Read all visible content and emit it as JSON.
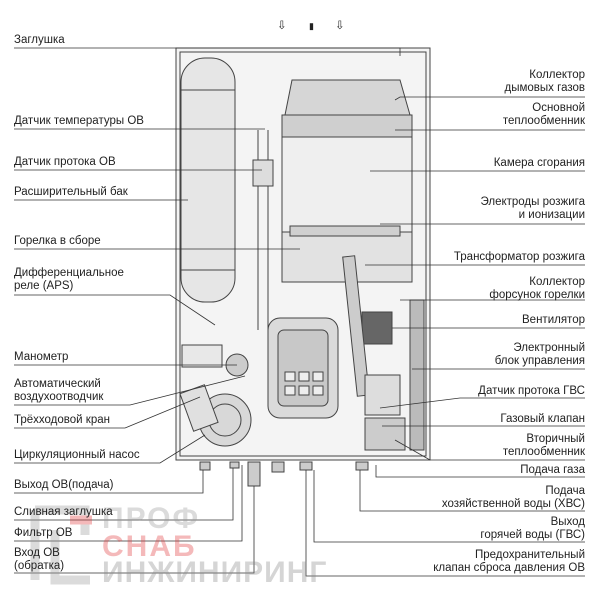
{
  "left_labels": [
    {
      "lines": [
        "Заглушка"
      ]
    },
    {
      "lines": [
        "Датчик температуры ОВ"
      ]
    },
    {
      "lines": [
        "Датчик протока ОВ"
      ]
    },
    {
      "lines": [
        "Расширительный бак"
      ]
    },
    {
      "lines": [
        "Горелка в сборе"
      ]
    },
    {
      "lines": [
        "Дифференциальное",
        "реле (APS)"
      ]
    },
    {
      "lines": [
        "Манометр"
      ]
    },
    {
      "lines": [
        "Автоматический",
        "воздухоотводчик"
      ]
    },
    {
      "lines": [
        "Трёхходовой кран"
      ]
    },
    {
      "lines": [
        "Циркуляционный насос"
      ]
    },
    {
      "lines": [
        "Выход ОВ(подача)"
      ]
    },
    {
      "lines": [
        "Сливная заглушка"
      ]
    },
    {
      "lines": [
        "Фильтр ОВ"
      ]
    },
    {
      "lines": [
        "Вход ОВ",
        "(обратка)"
      ]
    }
  ],
  "right_labels": [
    {
      "lines": [
        "Коллектор",
        "дымовых газов"
      ]
    },
    {
      "lines": [
        "Основной",
        "теплообменник"
      ]
    },
    {
      "lines": [
        "Камера сгорания"
      ]
    },
    {
      "lines": [
        "Электроды розжига",
        "и ионизации"
      ]
    },
    {
      "lines": [
        "Трансформатор розжига"
      ]
    },
    {
      "lines": [
        "Коллектор",
        "форсунок горелки"
      ]
    },
    {
      "lines": [
        "Вентилятор"
      ]
    },
    {
      "lines": [
        "Электронный",
        "блок управления"
      ]
    },
    {
      "lines": [
        "Датчик протока ГВС"
      ]
    },
    {
      "lines": [
        "Газовый клапан"
      ]
    },
    {
      "lines": [
        "Вторичный",
        "теплообменник"
      ]
    },
    {
      "lines": [
        "Подача газа"
      ]
    },
    {
      "lines": [
        "Подача",
        "хозяйственной воды (ХВС)"
      ]
    },
    {
      "lines": [
        "Выход",
        "горячей воды (ГВС)"
      ]
    },
    {
      "lines": [
        "Предохранительный",
        "клапан сброса давления ОВ"
      ]
    }
  ],
  "top_symbols": [
    "⇩",
    "▮",
    "⇩"
  ],
  "watermark": {
    "line1": "ПРОФ",
    "line2": "СНАБ",
    "line3": "ИНЖИНИРИНГ"
  },
  "colors": {
    "line": "#333333",
    "watermark_red": "#e2393c"
  }
}
